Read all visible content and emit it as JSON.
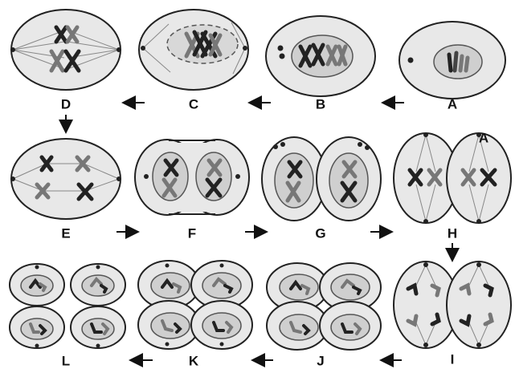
{
  "stage_labels": {
    "A": "A",
    "B": "B",
    "C": "C",
    "D": "D",
    "E": "E",
    "F": "F",
    "G": "G",
    "H": "H",
    "H_corner": "A",
    "I": "I",
    "J": "J",
    "K": "K",
    "L": "L"
  },
  "colors": {
    "cell_fill": "#e8e8e8",
    "nucleus_fill": "#cfcfcf",
    "outline": "#222222",
    "chromosome_dark": "#222222",
    "chromosome_gray": "#6f6f6f",
    "spindle": "#888888",
    "arrow": "#111111"
  },
  "flow_direction": "A → B → C → D → E → F → G → H → I → J → K → L"
}
